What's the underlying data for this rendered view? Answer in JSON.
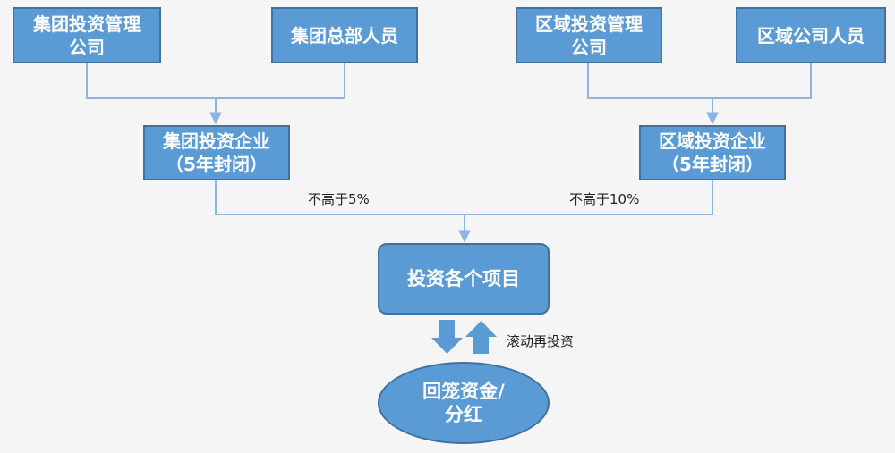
{
  "diagram": {
    "nodes": {
      "group_mgmt": "集团投资管理\n公司",
      "group_staff": "集团总部人员",
      "region_mgmt": "区域投资管理\n公司",
      "region_staff": "区域公司人员",
      "group_fund": "集团投资企业\n（5年封闭）",
      "region_fund": "区域投资企业\n（5年封闭）",
      "projects": "投资各个项目",
      "returns": "回笼资金/\n分红"
    },
    "edge_labels": {
      "group_limit": "不高于5%",
      "region_limit": "不高于10%",
      "reinvest": "滚动再投资"
    },
    "colors": {
      "fill": "#5b9bd5",
      "border": "#41719c",
      "line": "#8db4e2",
      "text": "#ffffff"
    }
  }
}
